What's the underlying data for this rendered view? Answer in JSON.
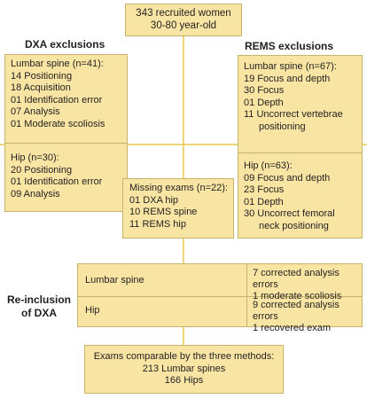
{
  "top_box": {
    "lines": [
      "343 recruited women",
      "30-80 year-old"
    ]
  },
  "dxa_heading": "DXA exclusions",
  "rems_heading": "REMS exclusions",
  "dxa_box": {
    "lumbar": [
      "Lumbar spine (n=41):",
      "14 Positioning",
      "18 Acquisition",
      "01 Identification error",
      "07 Analysis",
      "01 Moderate scoliosis"
    ],
    "hip": [
      "Hip (n=30):",
      "20 Positioning",
      "01 Identification error",
      "09 Analysis"
    ]
  },
  "rems_box": {
    "lumbar": [
      "Lumbar spine (n=67):",
      "19 Focus and depth",
      "30 Focus",
      "01 Depth",
      "11 Uncorrect vertebrae",
      "positioning"
    ],
    "hip": [
      "Hip (n=63):",
      "09 Focus and depth",
      "23 Focus",
      "01 Depth",
      "30 Uncorrect femoral",
      "neck positioning"
    ]
  },
  "missing_box": {
    "lines": [
      "Missing exams (n=22):",
      "01 DXA hip",
      "10 REMS spine",
      "11 REMS hip"
    ]
  },
  "reinclusion": {
    "heading": [
      "Re-inclusion",
      "of DXA"
    ],
    "rows": [
      {
        "label": "Lumbar spine",
        "values": [
          "7 corrected analysis errors",
          "1 moderate scoliosis"
        ]
      },
      {
        "label": "Hip",
        "values": [
          "9 corrected analysis errors",
          "1 recovered exam"
        ]
      }
    ]
  },
  "final_box": {
    "lines": [
      "Exams comparable by the three methods:",
      "213 Lumbar spines",
      "166 Hips"
    ]
  },
  "colors": {
    "box_fill": "#f8e5a4",
    "box_border": "#c9b26a",
    "line": "#e8c84a"
  }
}
